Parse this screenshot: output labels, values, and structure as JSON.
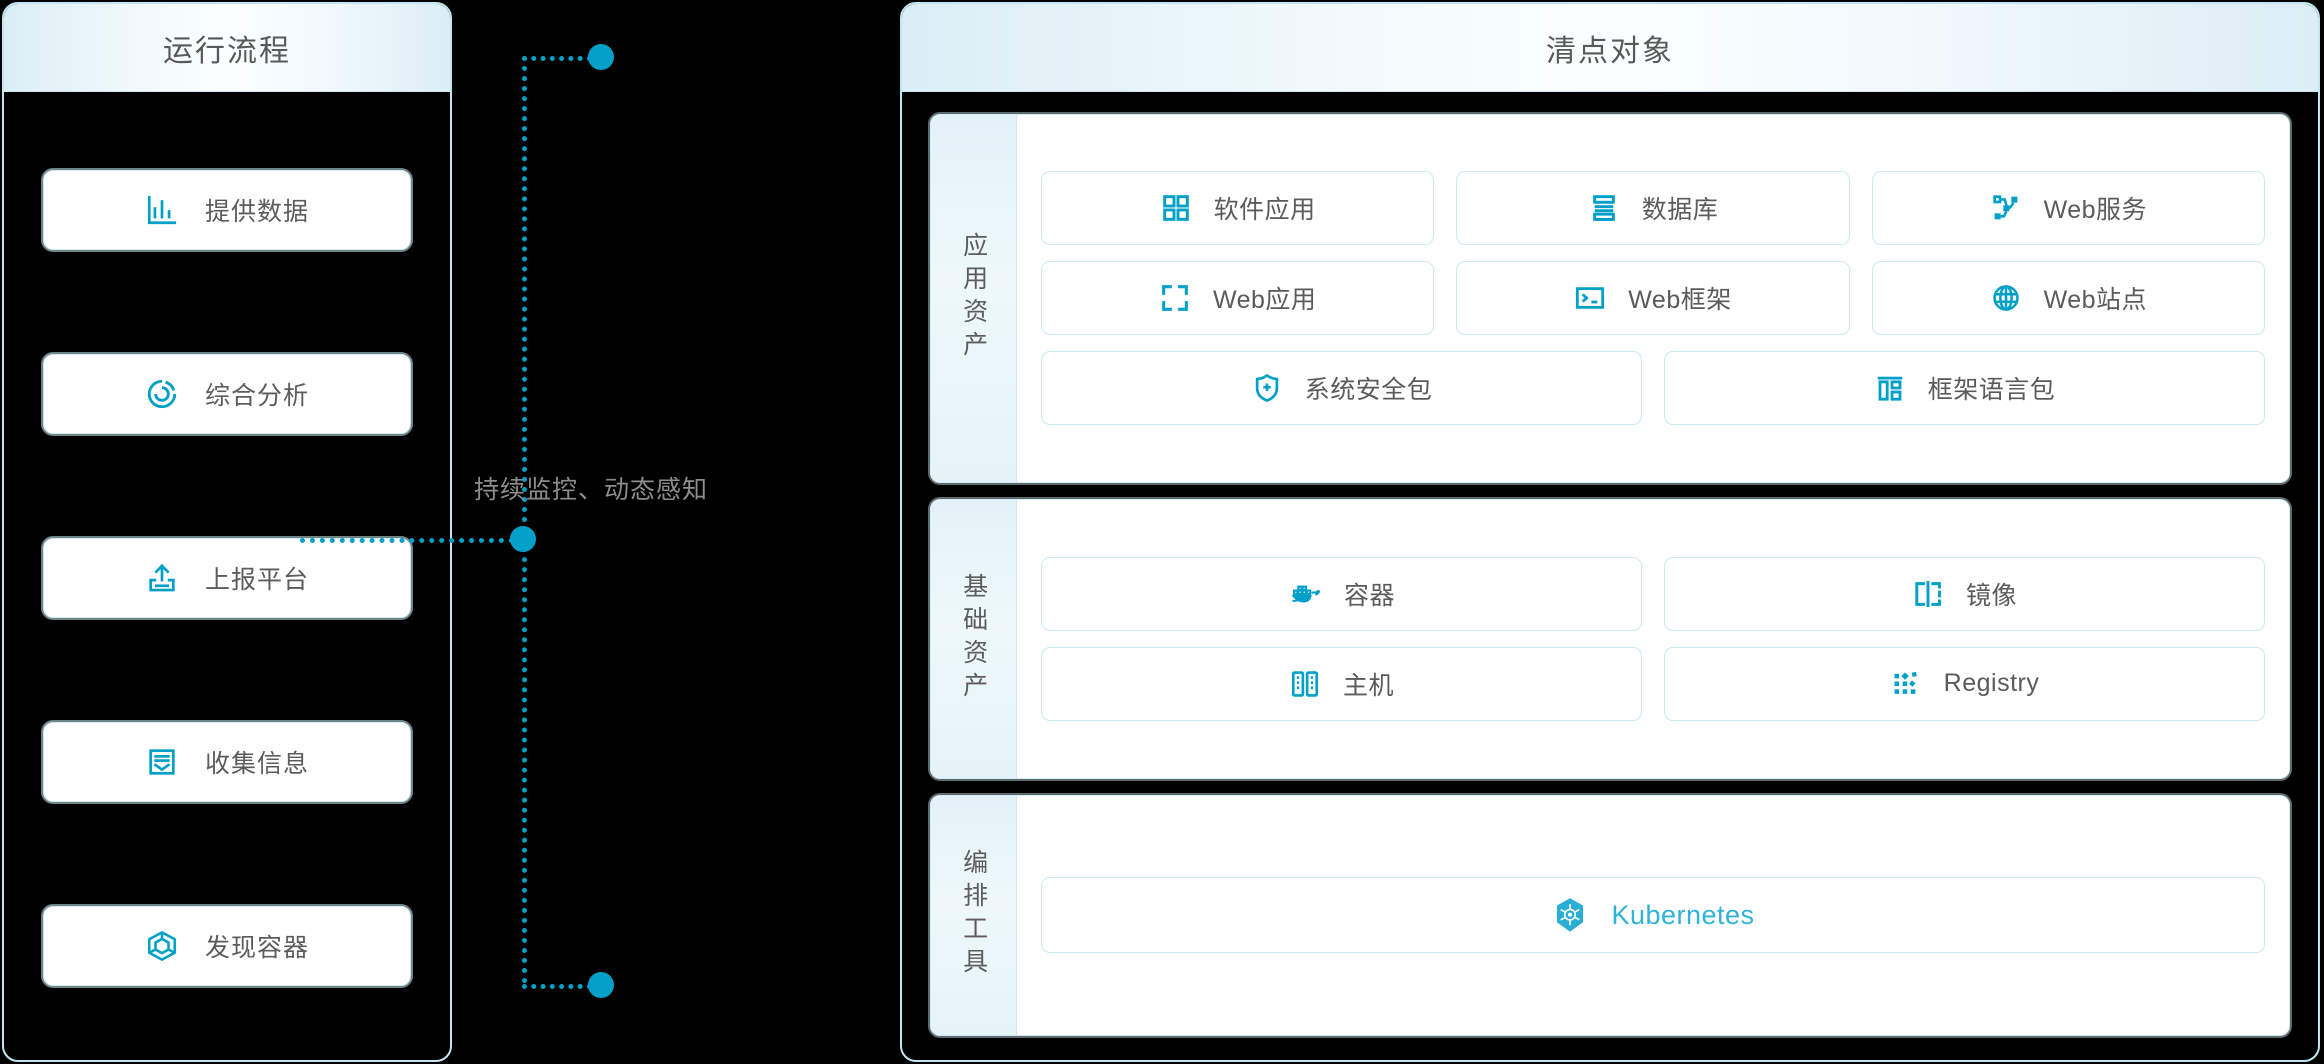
{
  "colors": {
    "accent": "#00a0c8",
    "card_border": "#cbe9f2",
    "text": "#5b5b5b",
    "k8s_text": "#2fb3d9"
  },
  "flow_panel": {
    "title": "运行流程",
    "items": [
      {
        "label": "提供数据",
        "icon": "bar-chart-icon"
      },
      {
        "label": "综合分析",
        "icon": "pie-chart-icon"
      },
      {
        "label": "上报平台",
        "icon": "upload-icon"
      },
      {
        "label": "收集信息",
        "icon": "inbox-icon"
      },
      {
        "label": "发现容器",
        "icon": "cube-icon"
      }
    ]
  },
  "connector": {
    "label": "持续监控、动态感知"
  },
  "inventory_panel": {
    "title": "清点对象",
    "groups": [
      {
        "label": "应用资产",
        "rows": [
          [
            {
              "label": "软件应用",
              "icon": "grid-four-icon"
            },
            {
              "label": "数据库",
              "icon": "database-icon"
            },
            {
              "label": "Web服务",
              "icon": "node-branch-icon"
            }
          ],
          [
            {
              "label": "Web应用",
              "icon": "scan-brackets-icon"
            },
            {
              "label": "Web框架",
              "icon": "terminal-icon"
            },
            {
              "label": "Web站点",
              "icon": "globe-icon"
            }
          ],
          [
            {
              "label": "系统安全包",
              "icon": "shield-plus-icon"
            },
            {
              "label": "框架语言包",
              "icon": "layout-blocks-icon"
            }
          ]
        ]
      },
      {
        "label": "基础资产",
        "rows": [
          [
            {
              "label": "容器",
              "icon": "docker-whale-icon"
            },
            {
              "label": "镜像",
              "icon": "image-brackets-icon"
            }
          ],
          [
            {
              "label": "主机",
              "icon": "server-rack-icon"
            },
            {
              "label": "Registry",
              "icon": "dot-grid-icon"
            }
          ]
        ]
      },
      {
        "label": "编排工具",
        "rows": [
          [
            {
              "label": "Kubernetes",
              "icon": "kubernetes-helm-icon"
            }
          ]
        ]
      }
    ]
  }
}
